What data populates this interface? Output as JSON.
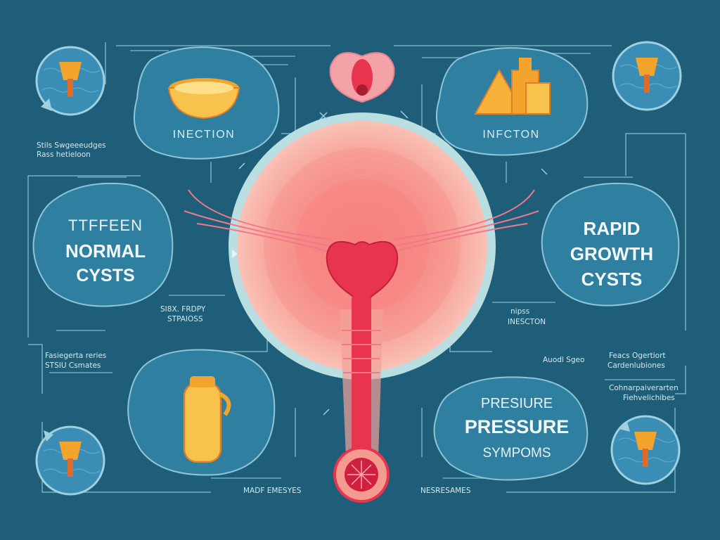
{
  "colors": {
    "background": "#1f5e78",
    "bubble": "#2f7fa0",
    "bubble_outline": "#8ec5d8",
    "uterus": "#e8344e",
    "glow": "#f7a199",
    "accent_orange": "#f2a42c"
  },
  "cards": {
    "top_left": {
      "title": "INECTION",
      "icon": "bowl-icon"
    },
    "top_right": {
      "title": "INFCTON",
      "icon": "pyramid-blocks-icon"
    },
    "mid_left": {
      "line1": "TTFFEEN",
      "line2": "NORMAL",
      "line3": "CYSTS"
    },
    "mid_right": {
      "line1": "RAPID",
      "line2": "GROWTH",
      "line3": "CYSTS"
    },
    "bottom_left": {
      "icon": "capsule-icon"
    },
    "bottom_right": {
      "line1": "PRESIURE",
      "line2": "PRESSURE",
      "line3": "SYMPOMS"
    }
  },
  "notes": {
    "left_top_1": "Stils Swgeeeudges",
    "left_top_2": "Rass hetieloon",
    "center_left_1": "SI8X. FRDPY",
    "center_left_2": "STPAIOSS",
    "left_bottom_1": "Fasiegerta reries",
    "left_bottom_2": "STSIU Csmates",
    "right_mid_1": "nipss",
    "right_mid_2": "INESCTON",
    "right_bottom_a": "Auodl Sgeo",
    "right_bottom_b1": "Feacs Ogertiort",
    "right_bottom_b2": "Cardenlubiones",
    "right_bottom_c1": "Cohnarpaiverarten",
    "right_bottom_c2": "Fiehvelichibes",
    "bottom_center_left": "MADF EMESYES",
    "bottom_center_right": "NESRESAMES"
  }
}
